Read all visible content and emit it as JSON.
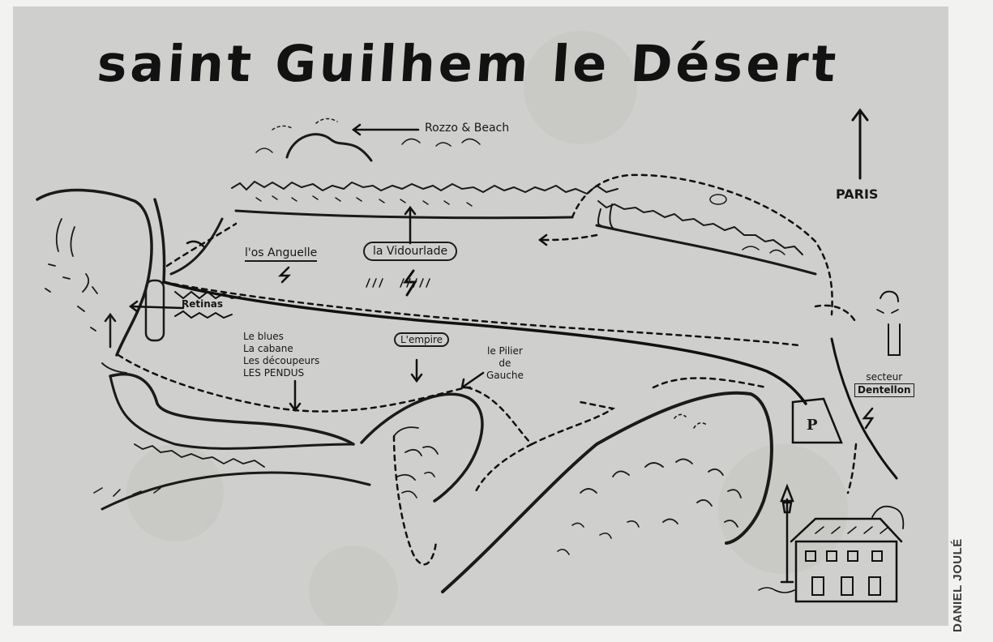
{
  "map": {
    "title": "saint Guilhem le Désert",
    "credit": "DANIEL JOULÉ",
    "north_label": "PARIS",
    "labels": {
      "rozzo_beach": "Rozzo & Beach",
      "los_anguelle": "l'os Anguelle",
      "la_vidourlade": "la Vidourlade",
      "retinas": "Retinas",
      "le_blues": "Le blues",
      "la_cabane": "La cabane",
      "les_decoupeurs": "Les découpeurs",
      "les_pendus": "LES PENDUS",
      "l_empire": "L'empire",
      "le_pilier_line1": "le Pilier",
      "le_pilier_line2": "de",
      "le_pilier_line3": "Gauche",
      "secteur_line1": "secteur",
      "secteur_line2": "Dentellon",
      "parking": "P"
    }
  }
}
